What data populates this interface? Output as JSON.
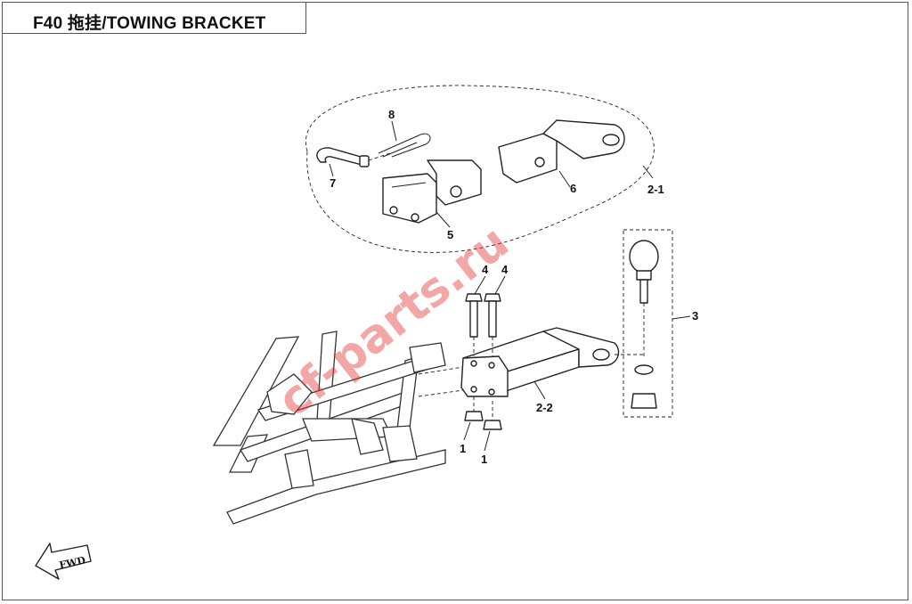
{
  "title": "F40 拖挂/TOWING BRACKET",
  "callouts": {
    "c8": "8",
    "c7": "7",
    "c5": "5",
    "c6": "6",
    "c2_1": "2-1",
    "c4a": "4",
    "c4b": "4",
    "c3": "3",
    "c2_2": "2-2",
    "c1a": "1",
    "c1b": "1"
  },
  "watermark": "cf-parts.ru",
  "fwd_label": "FWD",
  "colors": {
    "watermark": "#e23a3a",
    "line": "#222222"
  }
}
